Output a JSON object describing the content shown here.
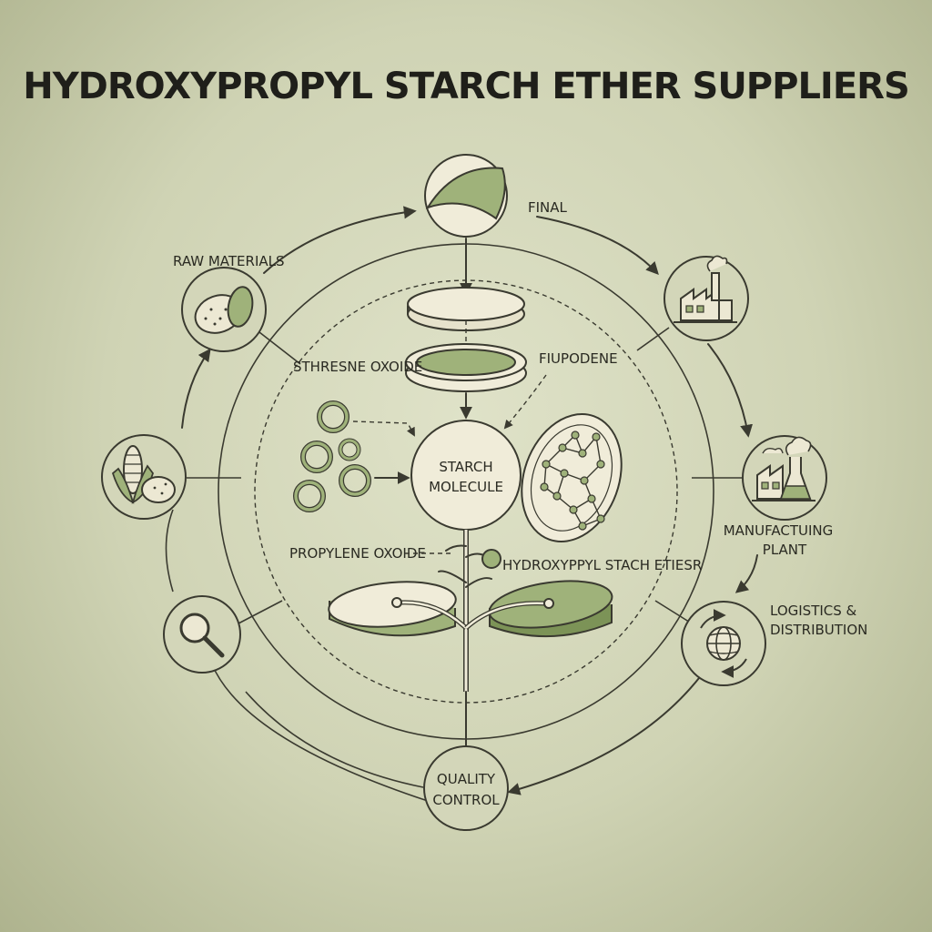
{
  "title": "HYDROXYPROPYL STARCH ETHER SUPPLIERS",
  "labels": {
    "raw_materials": "RAW MATERIALS",
    "final": "FINAL",
    "sthresne_oxoide": "STHRESNE OXOIDE",
    "fiupodene": "FIUPODENE",
    "starch_molecule_line1": "STARCH",
    "starch_molecule_line2": "MOLECULE",
    "propylene_oxoide": "PROPYLENE OXOIDE",
    "hydroxypropyl_stach_etiesr": "HYDROXYPPYL STACH ETIESR",
    "manufacturing_line1": "MANUFACTUING",
    "manufacturing_line2": "PLANT",
    "logistics_line1": "LOGISTICS &",
    "logistics_line2": "DISTRIBUTION",
    "quality_line1": "QUALITY",
    "quality_line2": "CONTROL"
  },
  "icons": {
    "raw_materials": "potato-icon",
    "crops": "corn-potato-icon",
    "inspection": "magnifier-icon",
    "final": "starch-sphere-icon",
    "factory_top": "factory-icon",
    "factory_plant": "factory-flask-icon",
    "logistics": "globe-arrows-icon"
  },
  "colors": {
    "background": "#cfd3b4",
    "accent_green": "#9fb27a",
    "cream": "#f0ecd9",
    "ink": "#3a3a30"
  }
}
